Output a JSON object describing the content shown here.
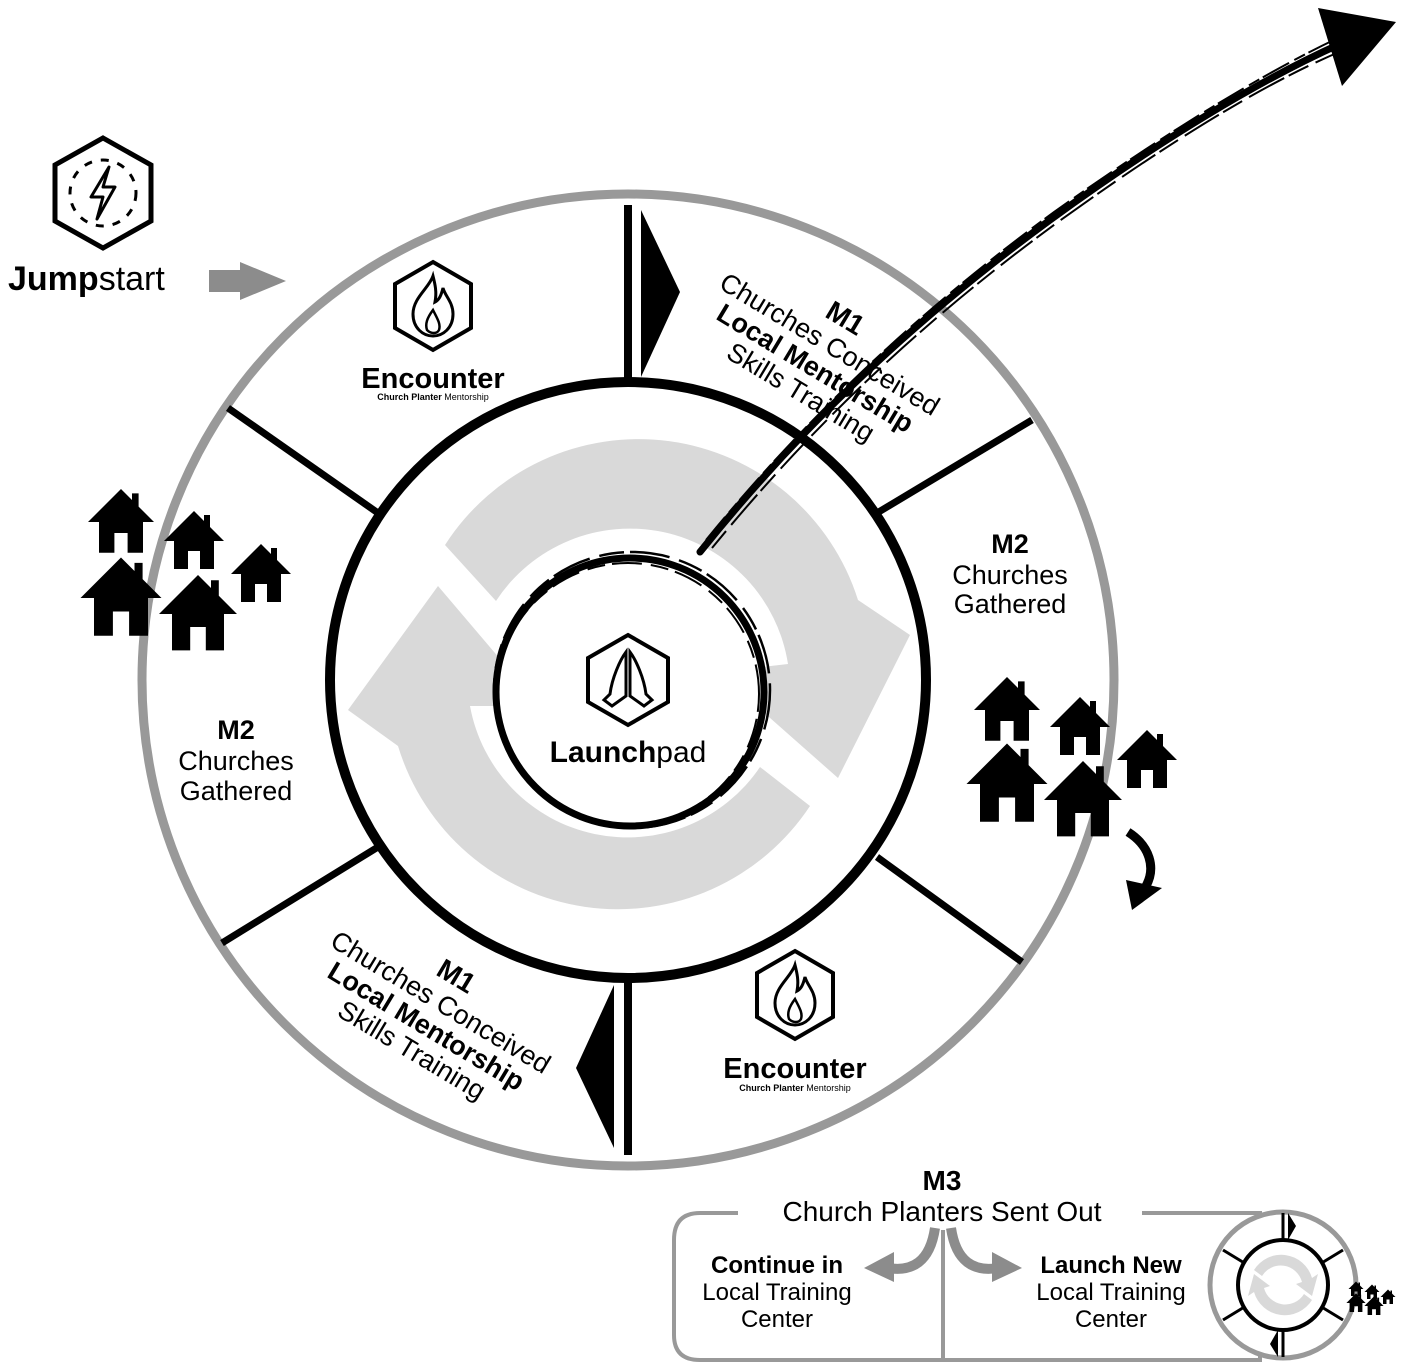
{
  "jumpstart": {
    "bold": "Jump",
    "rest": "start",
    "icon": "lightning-hexagon-icon"
  },
  "center": {
    "bold": "Launch",
    "rest": "pad",
    "icon": "praying-hands-hexagon-icon"
  },
  "encounter": {
    "title": "Encounter",
    "sub_bold": "Church Planter",
    "sub_rest": "Mentorship",
    "icon": "flame-hexagon-icon"
  },
  "m1": {
    "code": "M1",
    "line1": "Churches Conceived",
    "line2": "Local Mentorship",
    "line3": "Skills Training"
  },
  "m2": {
    "code": "M2",
    "line1": "Churches",
    "line2": "Gathered"
  },
  "m3": {
    "code": "M3",
    "title": "Church Planters Sent Out",
    "left": {
      "bold": "Continue in",
      "line1": "Local Training",
      "line2": "Center"
    },
    "right": {
      "bold": "Launch New",
      "line1": "Local Training",
      "line2": "Center"
    }
  },
  "colors": {
    "ring_gray": "#999999",
    "cycle_gray": "#d9d9d9",
    "arrow_gray": "#8c8c8c",
    "ink": "#000000"
  }
}
